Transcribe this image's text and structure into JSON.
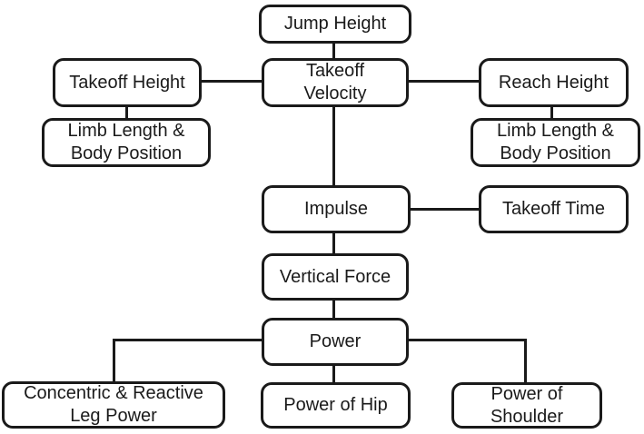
{
  "diagram": {
    "description": "Flowchart of factors determining jump height",
    "colors": {
      "background": "#ffffff",
      "box_border": "#1a1a1a",
      "box_fill": "#ffffff",
      "connector": "#1a1a1a",
      "text": "#1a1a1a"
    },
    "nodes": [
      {
        "id": "jump-height",
        "label": "Jump Height"
      },
      {
        "id": "takeoff-height",
        "label": "Takeoff Height"
      },
      {
        "id": "takeoff-velocity",
        "label": "Takeoff\nVelocity"
      },
      {
        "id": "reach-height",
        "label": "Reach Height"
      },
      {
        "id": "limb-length-body-position-left",
        "label": "Limb Length &\nBody Position"
      },
      {
        "id": "limb-length-body-position-right",
        "label": "Limb Length &\nBody Position"
      },
      {
        "id": "impulse",
        "label": "Impulse"
      },
      {
        "id": "takeoff-time",
        "label": "Takeoff Time"
      },
      {
        "id": "vertical-force",
        "label": "Vertical Force"
      },
      {
        "id": "power",
        "label": "Power"
      },
      {
        "id": "concentric-reactive-leg-power",
        "label": "Concentric & Reactive\nLeg Power"
      },
      {
        "id": "power-of-hip",
        "label": "Power of Hip"
      },
      {
        "id": "power-of-shoulder",
        "label": "Power of\nShoulder"
      }
    ],
    "edges": [
      {
        "from": "jump-height",
        "to": "takeoff-velocity"
      },
      {
        "from": "takeoff-velocity",
        "to": "takeoff-height"
      },
      {
        "from": "takeoff-velocity",
        "to": "reach-height"
      },
      {
        "from": "takeoff-height",
        "to": "limb-length-body-position-left"
      },
      {
        "from": "reach-height",
        "to": "limb-length-body-position-right"
      },
      {
        "from": "takeoff-velocity",
        "to": "impulse"
      },
      {
        "from": "impulse",
        "to": "takeoff-time"
      },
      {
        "from": "impulse",
        "to": "vertical-force"
      },
      {
        "from": "vertical-force",
        "to": "power"
      },
      {
        "from": "power",
        "to": "concentric-reactive-leg-power"
      },
      {
        "from": "power",
        "to": "power-of-hip"
      },
      {
        "from": "power",
        "to": "power-of-shoulder"
      }
    ]
  }
}
